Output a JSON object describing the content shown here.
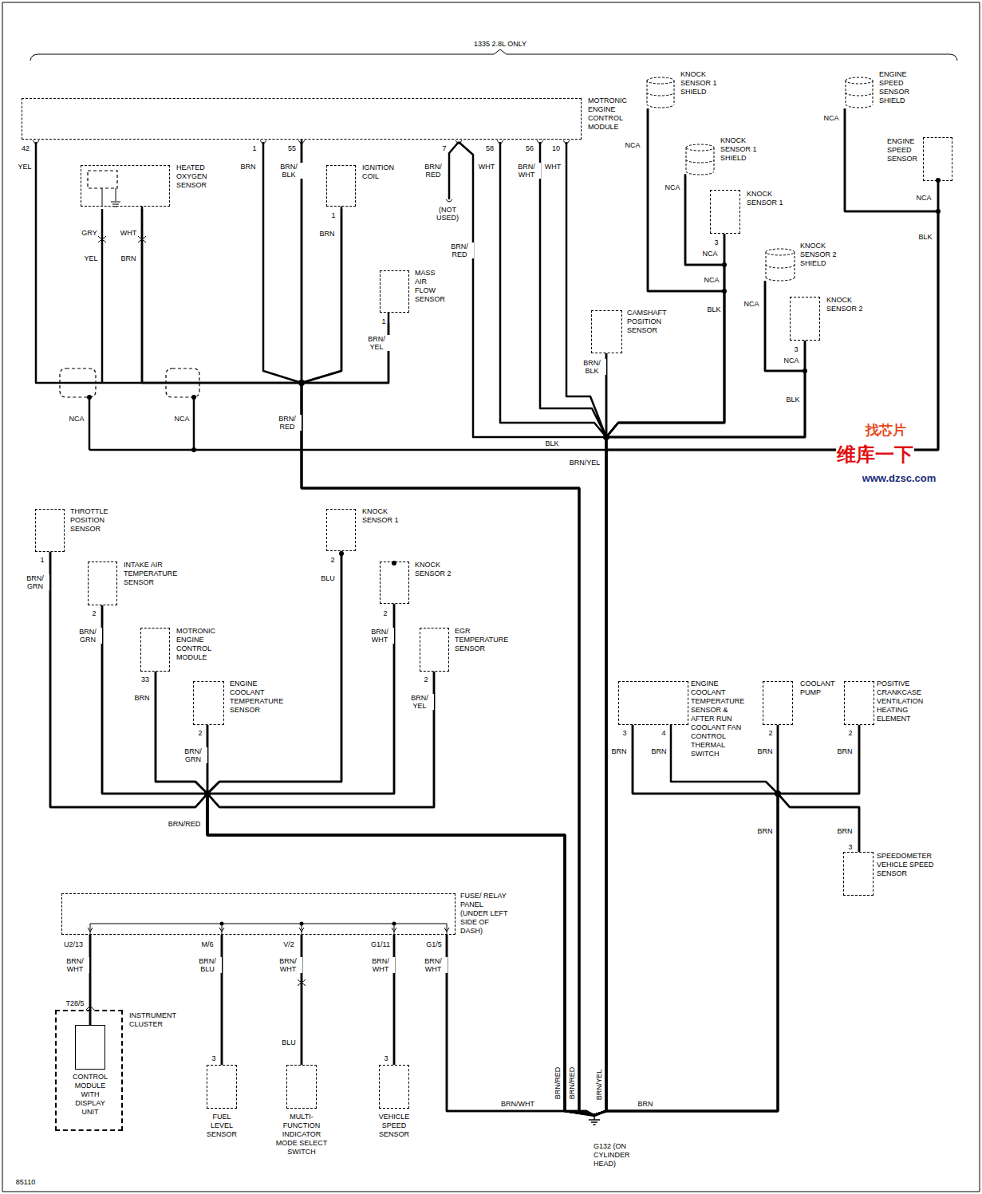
{
  "diagram": {
    "nodes": [
      {
        "text": [
          "MOTRONIC ENGINE CONTROL MODULE"
        ]
      },
      {
        "text": [
          "HEATED OXYGEN SENSOR"
        ]
      },
      {
        "text": [
          "IGNITION COIL"
        ]
      },
      {
        "text": [
          "MASS AIR FLOW SENSOR"
        ]
      },
      {
        "text": [
          "KNOCK SENSOR 1 SHIELD"
        ]
      },
      {
        "text": [
          "ENGINE SPEED SENSOR SHIELD"
        ]
      },
      {
        "text": [
          "KNOCK SENSOR 1 SHIELD"
        ]
      },
      {
        "text": [
          "ENGINE SPEED SENSOR"
        ]
      },
      {
        "text": [
          "KNOCK SENSOR 1"
        ]
      },
      {
        "text": [
          "KNOCK SENSOR 2 SHIELD"
        ]
      },
      {
        "text": [
          "CAMSHAFT POSITION SENSOR"
        ]
      },
      {
        "text": [
          "KNOCK SENSOR 2"
        ]
      },
      {
        "text": [
          "THROTTLE POSITION SENSOR"
        ]
      },
      {
        "text": [
          "KNOCK SENSOR 1"
        ]
      },
      {
        "text": [
          "INTAKE AIR TEMPERATURE SENSOR"
        ]
      },
      {
        "text": [
          "KNOCK SENSOR 2"
        ]
      },
      {
        "text": [
          "MOTRONIC ENGINE CONTROL MODULE"
        ]
      },
      {
        "text": [
          "EGR TEMPERATURE SENSOR"
        ]
      },
      {
        "text": [
          "ENGINE COOLANT TEMPERATURE SENSOR"
        ]
      },
      {
        "text": [
          "ENGINE COOLANT TEMPERATURE SENSOR & AFTER RUN COOLANT FAN CONTROL THERMAL SWITCH"
        ]
      },
      {
        "text": [
          "COOLANT PUMP"
        ]
      },
      {
        "text": [
          "POSITIVE CRANKCASE VENTILATION HEATING ELEMENT"
        ]
      },
      {
        "text": [
          "SPEEDOMETER VEHICLE SPEED SENSOR"
        ]
      },
      {
        "text": [
          "FUSE/ RELAY PANEL (UNDER LEFT SIDE OF DASH)"
        ]
      },
      {
        "text": [
          "INSTRUMENT CLUSTER"
        ]
      },
      {
        "text": [
          "CONTROL MODULE WITH DISPLAY UNIT"
        ],
        "in": 24
      },
      {
        "text": [
          "FUEL LEVEL SENSOR"
        ]
      },
      {
        "text": [
          "MULTI- FUNCTION INDICATOR MODE SELECT SWITCH"
        ]
      },
      {
        "text": [
          "VEHICLE SPEED SENSOR"
        ]
      },
      {
        "text": [
          "G132 (ON CYLINDER HEAD)"
        ]
      }
    ],
    "edges": [
      {
        "from": 0,
        "to": 29,
        "arrow": "none"
      },
      {
        "from": 1,
        "to": 29,
        "arrow": "none"
      },
      {
        "from": 2,
        "to": 29,
        "arrow": "none"
      },
      {
        "from": 3,
        "to": 29,
        "arrow": "none"
      },
      {
        "from": 4,
        "to": 29,
        "arrow": "none"
      },
      {
        "from": 5,
        "to": 29,
        "arrow": "none"
      },
      {
        "from": 6,
        "to": 29,
        "arrow": "none"
      },
      {
        "from": 7,
        "to": 29,
        "arrow": "none"
      },
      {
        "from": 8,
        "to": 29,
        "arrow": "none"
      },
      {
        "from": 9,
        "to": 29,
        "arrow": "none"
      },
      {
        "from": 10,
        "to": 29,
        "arrow": "none"
      },
      {
        "from": 11,
        "to": 29,
        "arrow": "none"
      },
      {
        "from": 12,
        "to": 29,
        "arrow": "none"
      },
      {
        "from": 13,
        "to": 29,
        "arrow": "none"
      },
      {
        "from": 14,
        "to": 29,
        "arrow": "none"
      },
      {
        "from": 15,
        "to": 29,
        "arrow": "none"
      },
      {
        "from": 16,
        "to": 29,
        "arrow": "none"
      },
      {
        "from": 17,
        "to": 29,
        "arrow": "none"
      },
      {
        "from": 18,
        "to": 29,
        "arrow": "none"
      },
      {
        "from": 19,
        "to": 29,
        "arrow": "none"
      },
      {
        "from": 20,
        "to": 29,
        "arrow": "none"
      },
      {
        "from": 21,
        "to": 29,
        "arrow": "none"
      },
      {
        "from": 22,
        "to": 29,
        "arrow": "none"
      },
      {
        "from": 23,
        "to": 29,
        "arrow": "none"
      },
      {
        "from": 23,
        "to": 25,
        "arrow": "none"
      },
      {
        "from": 23,
        "to": 26,
        "arrow": "none"
      },
      {
        "from": 23,
        "to": 27,
        "arrow": "none"
      },
      {
        "from": 23,
        "to": 28,
        "arrow": "none"
      }
    ],
    "labels": [
      "1335 2.8L ONLY",
      "42",
      "1",
      "55",
      "7",
      "58",
      "56",
      "10",
      "YEL",
      "BRN",
      "BRN/ BLK",
      "BRN/ RED",
      "WHT",
      "BRN/ WHT",
      "WHT",
      "(NOT USED)",
      "GRY",
      "WHT",
      "YEL",
      "BRN",
      "1",
      "BRN",
      "1",
      "BRN/ YEL",
      "BRN/ RED",
      "NCA",
      "NCA",
      "BRN/ RED",
      "NCA",
      "NCA",
      "3",
      "NCA",
      "NCA",
      "BLK",
      "NCA",
      "3",
      "NCA",
      "BLK",
      "NCA",
      "NCA",
      "BLK",
      "BRN/ BLK",
      "BLK",
      "BRN/YEL",
      "1",
      "BRN/ GRN",
      "2",
      "BLU",
      "2",
      "BRN/ GRN",
      "2",
      "BRN/ WHT",
      "33",
      "BRN",
      "2",
      "BRN/ YEL",
      "2",
      "BRN/ GRN",
      "BRN/RED",
      "3",
      "4",
      "BRN",
      "BRN",
      "2",
      "BRN",
      "2",
      "BRN",
      "BRN",
      "BRN",
      "3",
      "U2/13",
      "M/6",
      "V/2",
      "G1/11",
      "G1/5",
      "BRN/ WHT",
      "BRN/ BLU",
      "BRN/ WHT",
      "BRN/ WHT",
      "BRN/ WHT",
      "T28/5",
      "BLU",
      "3",
      "3",
      "BRN/WHT",
      "BRN/RED",
      "BRN/RED",
      "BRN/YEL",
      "BRN",
      "85110",
      "找芯片",
      "维库一下",
      "www.dzsc.com"
    ]
  }
}
